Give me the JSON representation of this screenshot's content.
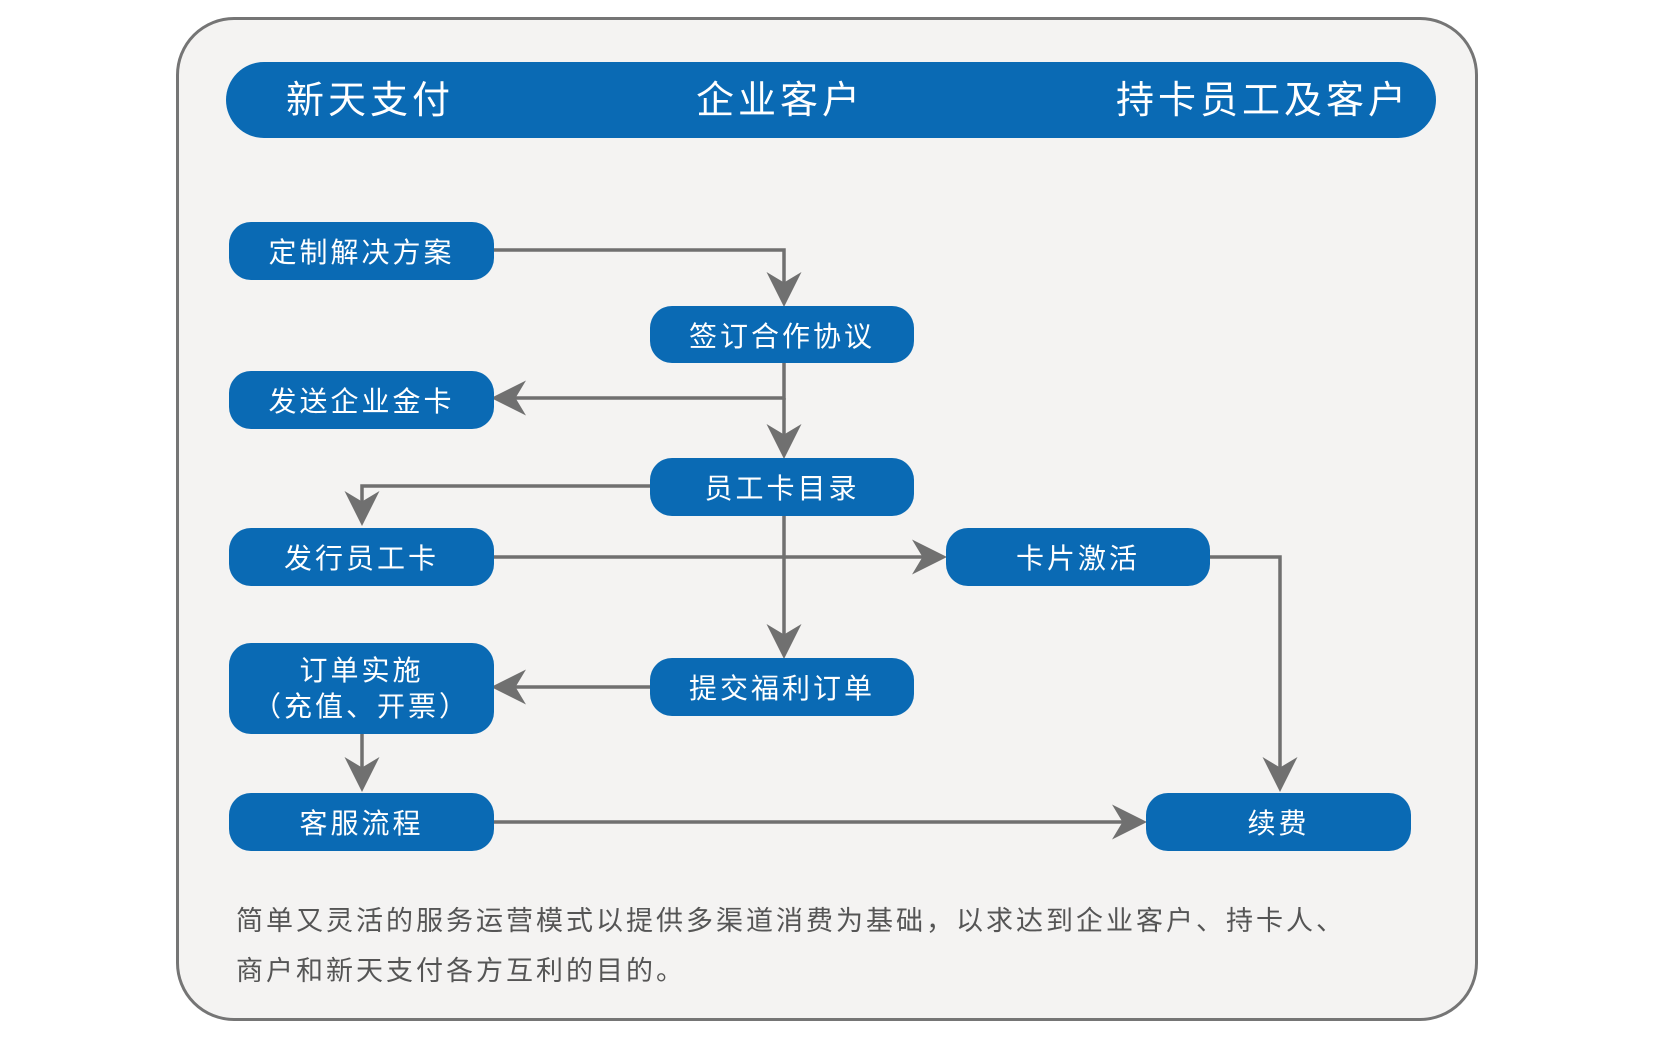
{
  "header": {
    "left_label": "新天支付",
    "center_label": "企业客户",
    "right_label": "持卡员工及客户"
  },
  "nodes": {
    "custom_solution": "定制解决方案",
    "sign_agreement": "签订合作协议",
    "send_gold_card": "发送企业金卡",
    "employee_card_catalog": "员工卡目录",
    "issue_employee_card": "发行员工卡",
    "card_activation": "卡片激活",
    "order_implementation_line1": "订单实施",
    "order_implementation_line2": "（充值、开票）",
    "submit_welfare_order": "提交福利订单",
    "customer_service_process": "客服流程",
    "renewal": "续费"
  },
  "caption": {
    "line1": "简单又灵活的服务运营模式以提供多渠道消费为基础，以求达到企业客户、持卡人、",
    "line2": "商户和新天支付各方互利的目的。"
  },
  "colors": {
    "node_fill": "#0a6ab4",
    "node_text": "#ffffff",
    "panel_fill": "#f4f3f2",
    "panel_border": "#757575",
    "connector": "#707070",
    "caption_text": "#555555"
  }
}
